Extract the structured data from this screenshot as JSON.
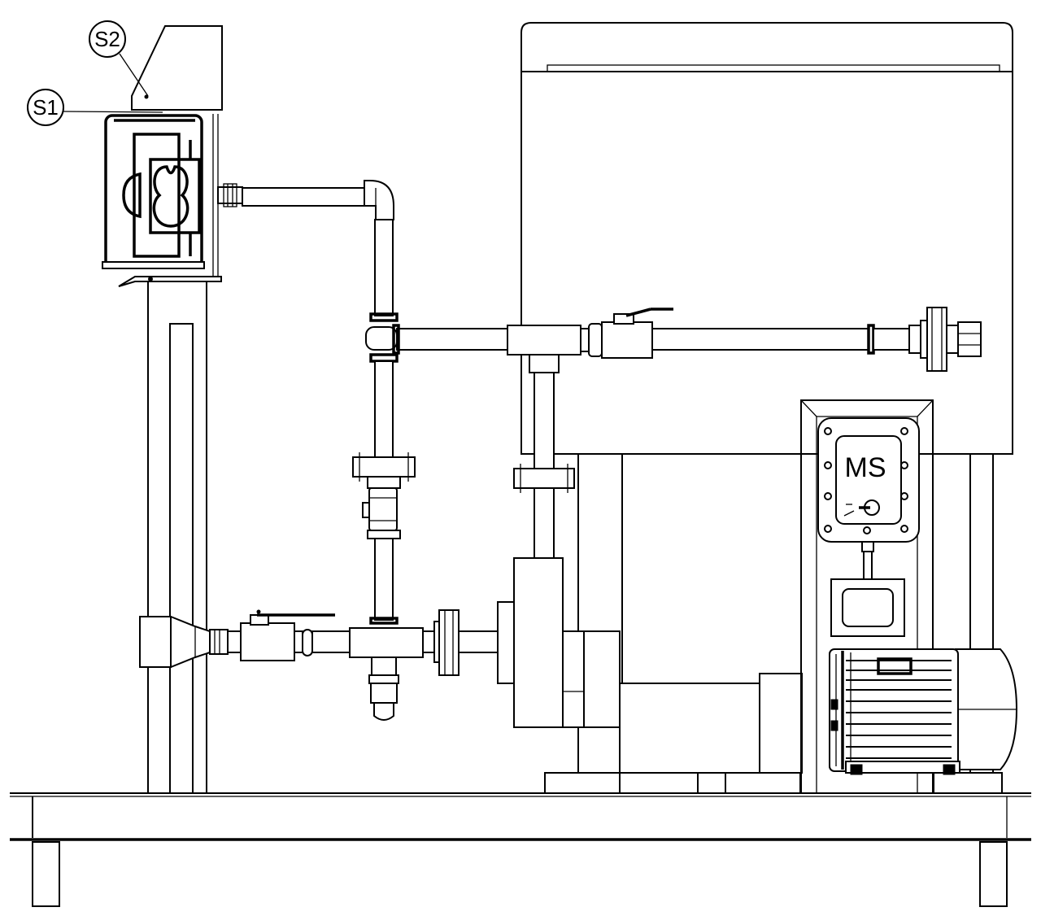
{
  "labels": {
    "s1": "S1",
    "s2": "S2",
    "ms": "MS"
  },
  "colors": {
    "stroke": "#000000",
    "background": "#ffffff"
  }
}
